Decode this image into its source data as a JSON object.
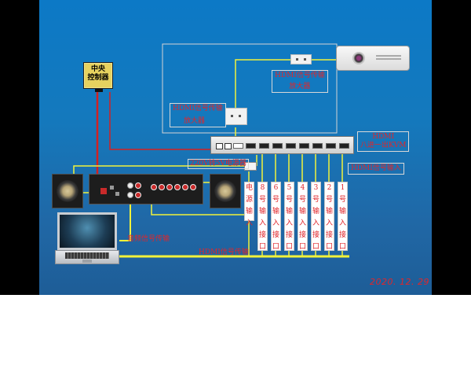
{
  "controller": {
    "line1": "中央",
    "line2": "控制器"
  },
  "projector_extender": {
    "line1": "HDMI信号传输",
    "line2": "放大器"
  },
  "room_extender": {
    "line1": "HDMI信号传输",
    "line2": "放大器"
  },
  "kvm": {
    "line1": "HDMI",
    "line2": "八进一出KVM"
  },
  "adapter_label": "220V转5V电源器",
  "hdmi_input_label": "HDMI信号输入",
  "audio_label": "音频信号传输",
  "hdmi_transfer_label": "HDMI信号传输",
  "port_columns": [
    {
      "num": "电",
      "chars": [
        "源",
        "输",
        "入"
      ]
    },
    {
      "num": "8",
      "chars": [
        "号",
        "输",
        "入",
        "接",
        "口"
      ]
    },
    {
      "num": "6",
      "chars": [
        "号",
        "输",
        "入",
        "接",
        "口"
      ]
    },
    {
      "num": "5",
      "chars": [
        "号",
        "输",
        "入",
        "接",
        "口"
      ]
    },
    {
      "num": "4",
      "chars": [
        "号",
        "输",
        "入",
        "接",
        "口"
      ]
    },
    {
      "num": "3",
      "chars": [
        "号",
        "输",
        "入",
        "接",
        "口"
      ]
    },
    {
      "num": "2",
      "chars": [
        "号",
        "输",
        "入",
        "接",
        "口"
      ]
    },
    {
      "num": "1",
      "chars": [
        "号",
        "输",
        "入",
        "接",
        "口"
      ]
    }
  ],
  "date": "2020. 12. 29",
  "colors": {
    "wire_yellow": "#f2f23a",
    "wire_red": "#d42020",
    "label_red": "#e0262b",
    "outline": "#d4d4d4"
  }
}
